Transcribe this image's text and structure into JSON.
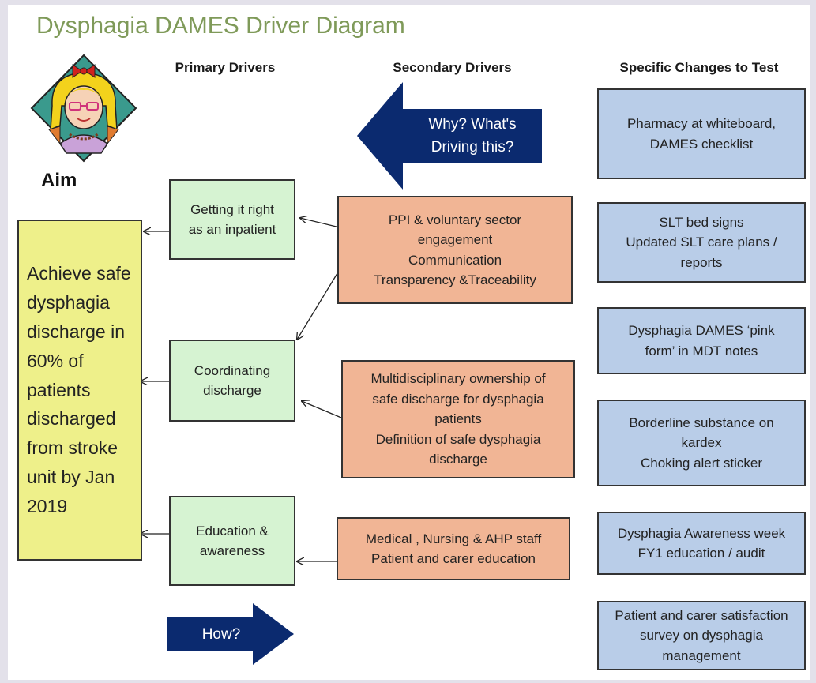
{
  "title": "Dysphagia DAMES Driver Diagram",
  "headers": {
    "primary": "Primary Drivers",
    "secondary": "Secondary Drivers",
    "changes": "Specific Changes to Test"
  },
  "aim": {
    "label": "Aim",
    "text": "Achieve safe dysphagia discharge in 60% of patients discharged from stroke unit by Jan 2019"
  },
  "why_arrow": "Why? What's\nDriving this?",
  "how_arrow": "How?",
  "primary_drivers": [
    "Getting it right\nas an inpatient",
    "Coordinating\ndischarge",
    "Education &\nawareness"
  ],
  "secondary_drivers": [
    "PPI & voluntary sector\nengagement\nCommunication\nTransparency &Traceability",
    "Multidisciplinary ownership of\nsafe discharge for dysphagia\npatients\nDefinition of safe dysphagia\ndischarge",
    "Medical , Nursing & AHP staff\nPatient and carer education"
  ],
  "changes": [
    "Pharmacy at whiteboard,\nDAMES checklist",
    "SLT bed signs\nUpdated SLT care plans /\nreports",
    "Dysphagia DAMES ‘pink\nform’ in MDT notes",
    "Borderline substance on\nkardex\nChoking alert sticker",
    "Dysphagia Awareness week\nFY1 education / audit",
    "Patient and carer satisfaction\nsurvey on dysphagia\nmanagement"
  ],
  "colors": {
    "title": "#7f9a59",
    "arrow_fill": "#0b2a6f",
    "aim_fill": "#eef08a",
    "primary_fill": "#d6f3d2",
    "secondary_fill": "#f1b595",
    "change_fill": "#b9cde8"
  },
  "icons": [
    "cartoon-avatar-icon"
  ]
}
